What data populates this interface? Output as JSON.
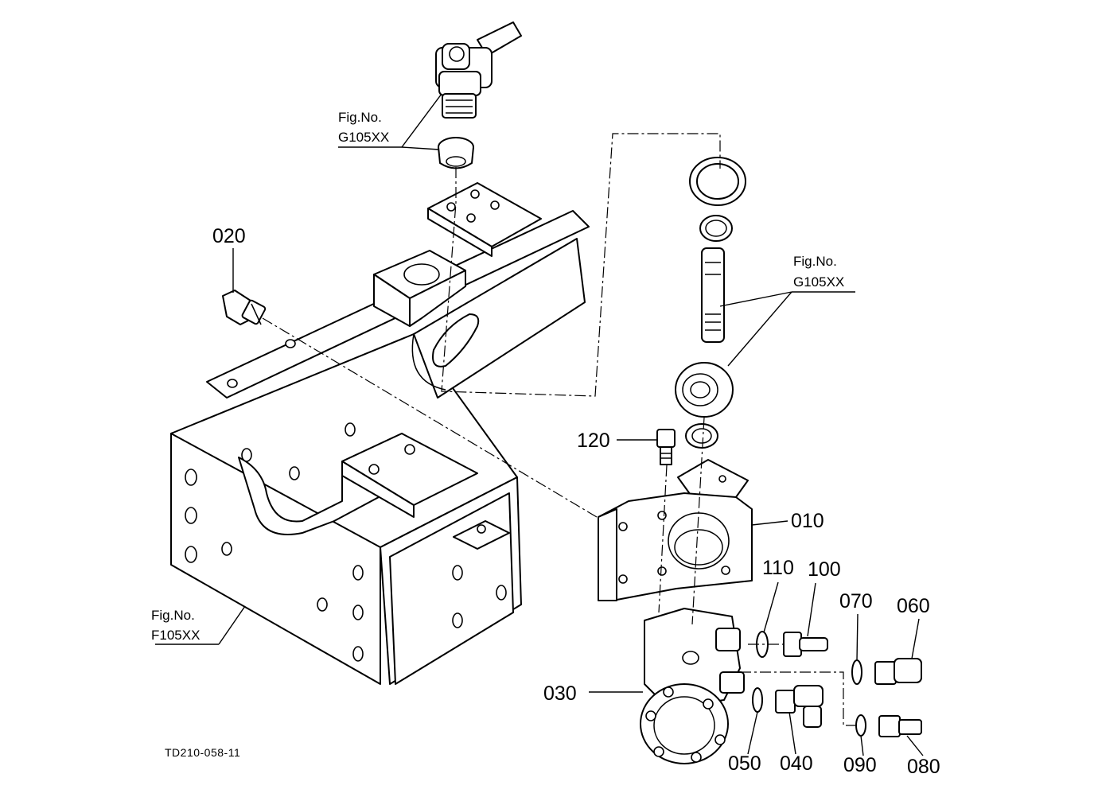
{
  "callouts": {
    "p010": "010",
    "p020": "020",
    "p030": "030",
    "p040": "040",
    "p050": "050",
    "p060": "060",
    "p070": "070",
    "p080": "080",
    "p090": "090",
    "p100": "100",
    "p110": "110",
    "p120": "120"
  },
  "refs": {
    "top_line1": "Fig.No.",
    "top_line2": "G105XX",
    "right_line1": "Fig.No.",
    "right_line2": "G105XX",
    "left_line1": "Fig.No.",
    "left_line2": "F105XX"
  },
  "drawing_code": "TD210-058-11"
}
